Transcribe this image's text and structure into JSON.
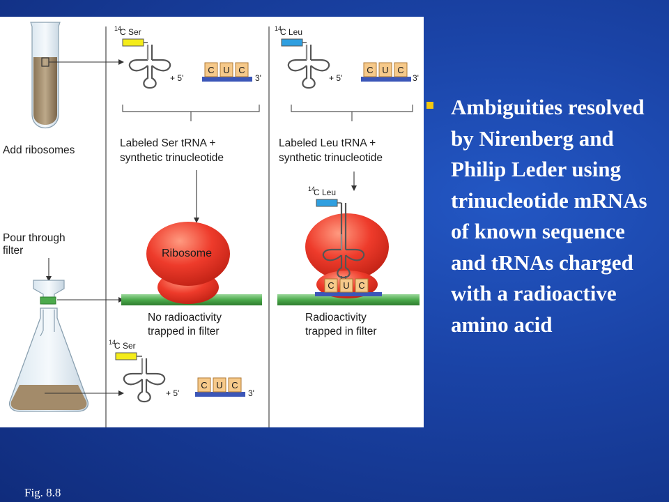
{
  "figure": {
    "labels": {
      "add_ribosomes": "Add ribosomes",
      "pour_line1": "Pour through",
      "pour_line2": "filter",
      "ser_label": "Ser",
      "leu_label": "Leu",
      "isotope_mass": "14",
      "isotope_element": "C",
      "labeled_ser_line1": "Labeled Ser tRNA +",
      "labeled_ser_line2": "synthetic trinucleotide",
      "labeled_leu_line1": "Labeled Leu tRNA +",
      "labeled_leu_line2": "synthetic trinucleotide",
      "plus_five_prime": "+ 5'",
      "five_prime": "5'",
      "three_prime": "3'",
      "ribosome": "Ribosome",
      "no_radio_line1": "No radioactivity",
      "no_radio_line2": "trapped in filter",
      "radio_line1": "Radioactivity",
      "radio_line2": "trapped in filter"
    },
    "codon": [
      "C",
      "U",
      "C"
    ],
    "colors": {
      "ser_tag": "#f4ec1a",
      "leu_tag": "#2f9fe0",
      "ribosome": "#ee3b2b",
      "filter": "#4caa4c",
      "codon_box": "#f6c98a",
      "mrna_bar": "#3b56b8",
      "sediment": "#a38b6a"
    }
  },
  "bullet": {
    "text": "Ambiguities resolved by Nirenberg and Philip Leder using trinucleotide mRNAs of known sequence and tRNAs charged with a radioactive amino acid"
  },
  "caption": "Fig. 8.8"
}
